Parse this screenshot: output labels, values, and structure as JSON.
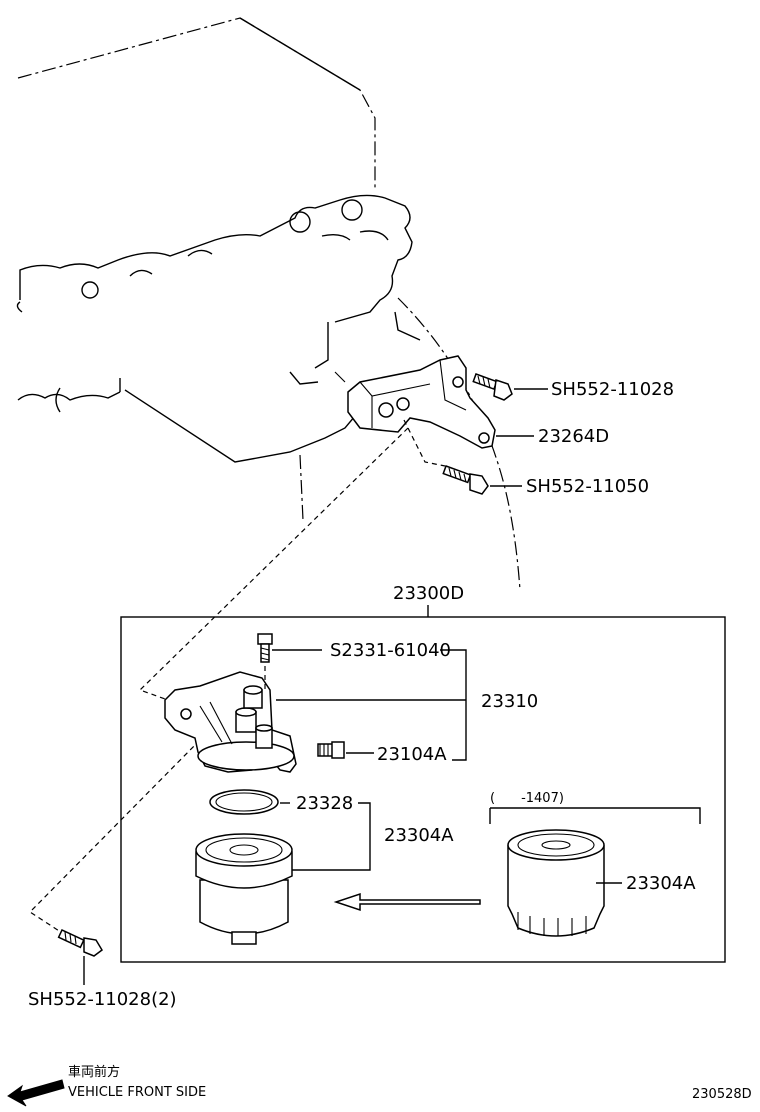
{
  "labels": {
    "bolt_top": "SH552-11028",
    "bracket": "23264D",
    "bolt_mid": "SH552-11050",
    "assembly": "23300D",
    "screw": "S2331-61040",
    "body": "23310",
    "plug": "23104A",
    "oring": "23328",
    "filter_left": "23304A",
    "range_note": "(　　-1407)",
    "filter_right": "23304A",
    "bolt_bottom": "SH552-11028(2)"
  },
  "footer": {
    "direction_jp": "車両前方",
    "direction_en": "VEHICLE FRONT SIDE",
    "diagram_code": "230528D"
  }
}
